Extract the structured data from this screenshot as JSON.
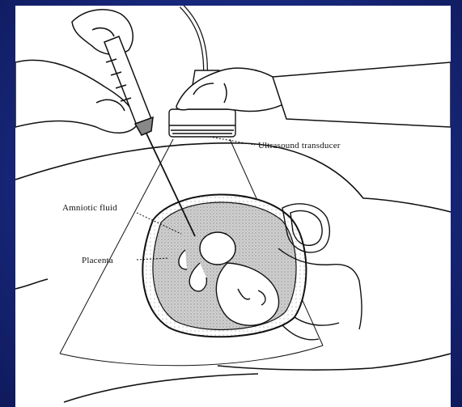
{
  "labels": {
    "transducer": "Ultrasound transducer",
    "amniotic_fluid": "Amniotic fluid",
    "placenta": "Placenta"
  },
  "colors": {
    "background": "#1b2a7a",
    "panel": "#ffffff",
    "ink": "#111111",
    "stipple": "#bdbdbd"
  },
  "icons": [
    "syringe-icon",
    "needle-icon",
    "gloved-hand-icon",
    "ultrasound-probe-icon",
    "fetus-icon",
    "uterus-icon"
  ]
}
